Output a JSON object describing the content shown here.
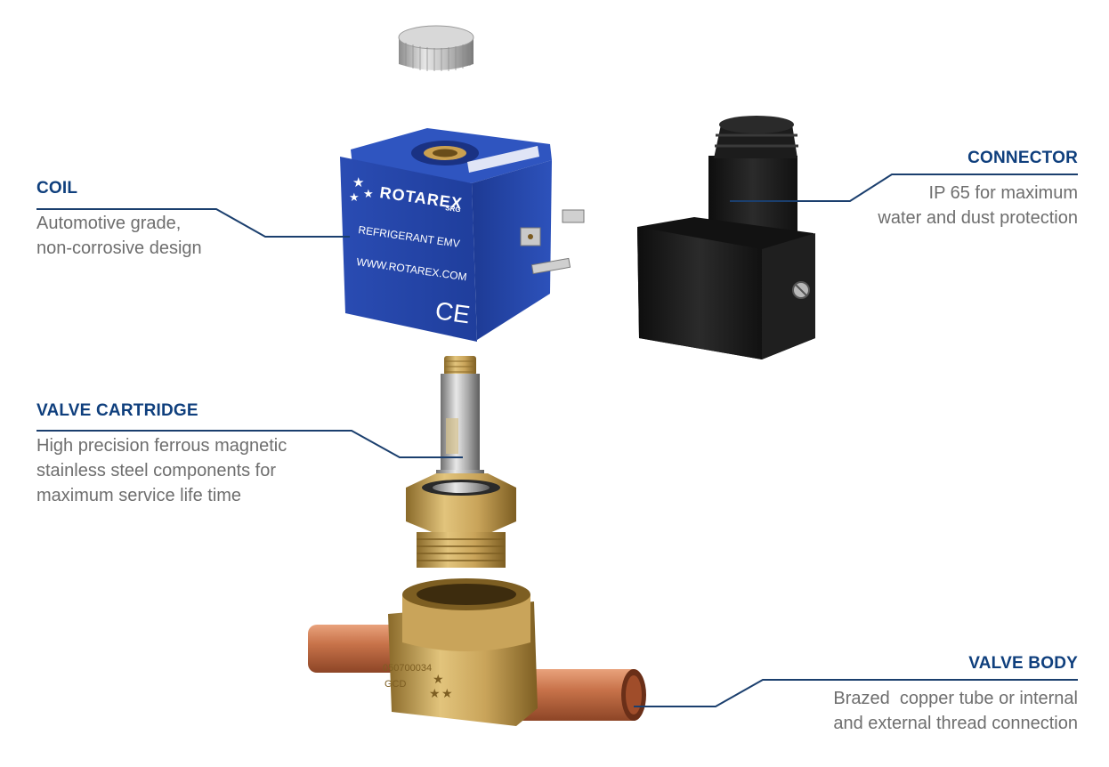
{
  "colors": {
    "title": "#0f3f7d",
    "leader": "#1b3f6e",
    "description": "#6e6e6e",
    "coil_blue": "#2b4fb8",
    "brass": "#c9a45a",
    "copper": "#c8734a",
    "connector_black": "#1a1a1a"
  },
  "coil": {
    "title": "COIL",
    "description_lines": [
      "Automotive grade,",
      "non-corrosive design"
    ],
    "brand": "ROTAREX",
    "brand_sub": "SRG",
    "line1": "REFRIGERANT EMV",
    "line2": "WWW.ROTAREX.COM",
    "mark": "CE"
  },
  "connector": {
    "title": "CONNECTOR",
    "description_lines": [
      "IP 65 for maximum",
      "water and dust protection"
    ]
  },
  "cartridge": {
    "title": "VALVE CARTRIDGE",
    "description_lines": [
      "High precision ferrous magnetic",
      "stainless steel components for",
      "maximum service life time"
    ]
  },
  "valve_body": {
    "title": "VALVE BODY",
    "description_lines": [
      "Brazed  copper tube or internal",
      "and external thread connection"
    ],
    "engraving_1": "050700034",
    "engraving_2": "GCD"
  }
}
